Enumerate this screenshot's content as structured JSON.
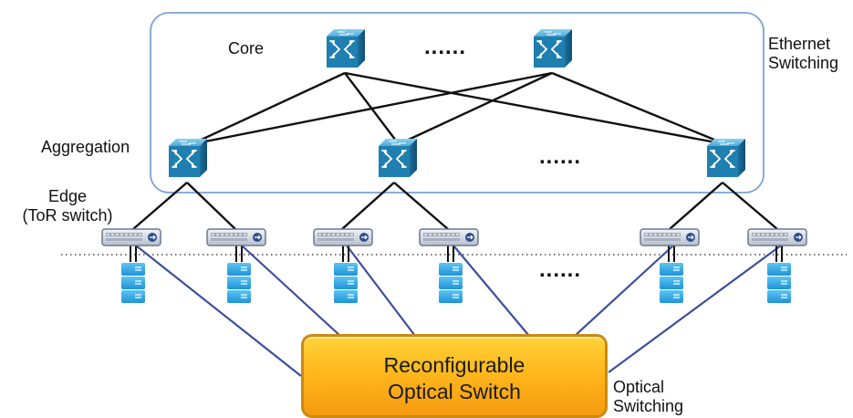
{
  "labels": {
    "core": "Core",
    "aggregation": "Aggregation",
    "edge_line1": "Edge",
    "edge_line2": "(ToR switch)",
    "ethernet_line1": "Ethernet",
    "ethernet_line2": "Switching",
    "optical_line1": "Optical",
    "optical_line2": "Switching"
  },
  "optical_switch": {
    "line1": "Reconfigurable",
    "line2": "Optical Switch"
  },
  "ellipsis": "......",
  "colors": {
    "switch_blue": "#1f7fb0",
    "ethernet_boundary": "#7aa3d0",
    "optical_links": "#3d4f9a",
    "optical_fill": "#ffbf22",
    "server_blue": "#2ea8e6"
  },
  "icons": {
    "core_switch": "switch-icon",
    "aggregation_switch": "switch-icon",
    "tor_switch": "tor-switch-icon",
    "server": "server-rack-icon"
  }
}
